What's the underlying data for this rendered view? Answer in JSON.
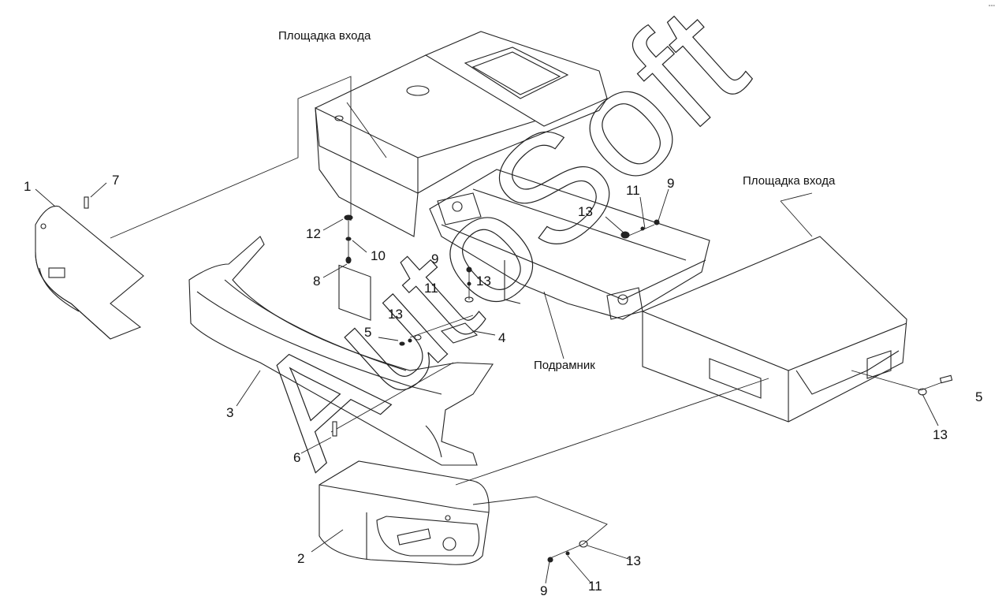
{
  "watermark": "AutoSoft",
  "corner_mark": "°°°",
  "labels": {
    "platform_top": "Площадка входа",
    "platform_right": "Площадка входа",
    "subframe": "Подрамник"
  },
  "callouts": {
    "c1": "1",
    "c2": "2",
    "c3": "3",
    "c4": "4",
    "c5a": "5",
    "c5b": "5",
    "c6": "6",
    "c7": "7",
    "c8": "8",
    "c9a": "9",
    "c9b": "9",
    "c9c": "9",
    "c10": "10",
    "c11a": "11",
    "c11b": "11",
    "c11c": "11",
    "c12": "12",
    "c13a": "13",
    "c13b": "13",
    "c13c": "13",
    "c13d": "13",
    "c13e": "13"
  }
}
